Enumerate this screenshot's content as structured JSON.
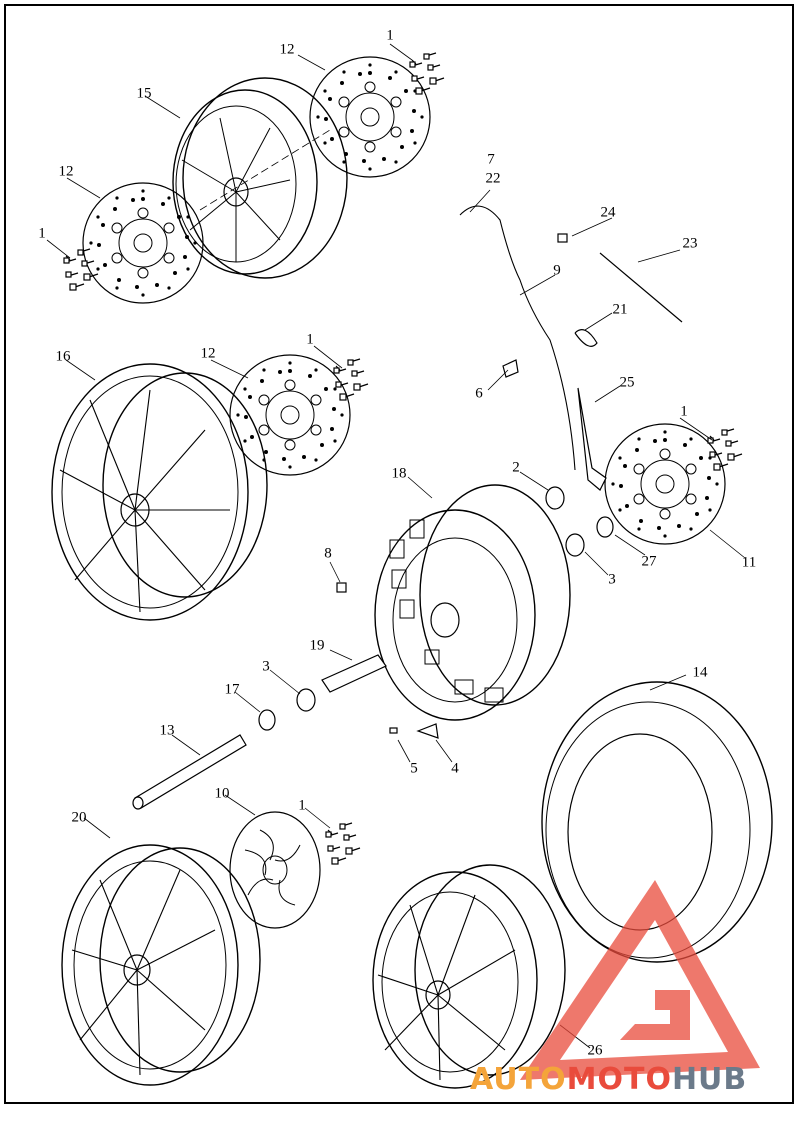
{
  "diagram": {
    "callouts": [
      "1",
      "1",
      "1",
      "1",
      "1",
      "2",
      "3",
      "3",
      "4",
      "5",
      "6",
      "7",
      "22",
      "8",
      "9",
      "10",
      "11",
      "12",
      "12",
      "12",
      "13",
      "14",
      "15",
      "16",
      "17",
      "18",
      "19",
      "20",
      "21",
      "23",
      "24",
      "25",
      "26",
      "27"
    ]
  },
  "watermark": {
    "text_a": "AUTO",
    "text_b": "MOTO",
    "text_c": "HUB",
    "colors": {
      "auto": "#f4a43a",
      "moto": "#e94b3c",
      "hub": "#6b7a8a"
    }
  }
}
